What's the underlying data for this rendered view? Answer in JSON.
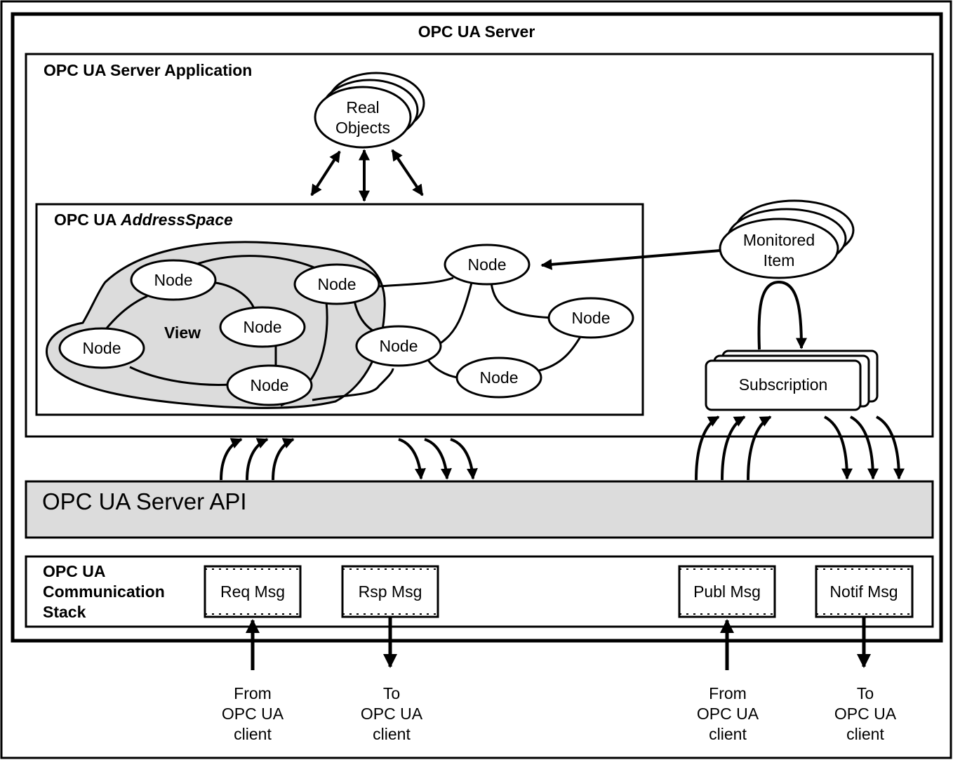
{
  "diagram": {
    "server_title": "OPC UA Server",
    "app_title": "OPC UA Server Application",
    "address_space_prefix": "OPC UA ",
    "address_space_italic": "AddressSpace",
    "view_label": "View",
    "node_label": "Node",
    "real_objects": [
      "Real",
      "Objects"
    ],
    "monitored_item": [
      "Monitored",
      "Item"
    ],
    "subscription": "Subscription",
    "server_api": "OPC UA Server API",
    "stack_title": [
      "OPC UA",
      "Communication",
      "Stack"
    ],
    "messages": {
      "req": "Req Msg",
      "rsp": "Rsp Msg",
      "publ": "Publ Msg",
      "notif": "Notif Msg"
    },
    "client_labels": {
      "from_1": [
        "From",
        "OPC UA",
        "client"
      ],
      "to_1": [
        "To",
        "OPC UA",
        "client"
      ],
      "from_2": [
        "From",
        "OPC UA",
        "client"
      ],
      "to_2": [
        "To",
        "OPC UA",
        "client"
      ]
    }
  }
}
